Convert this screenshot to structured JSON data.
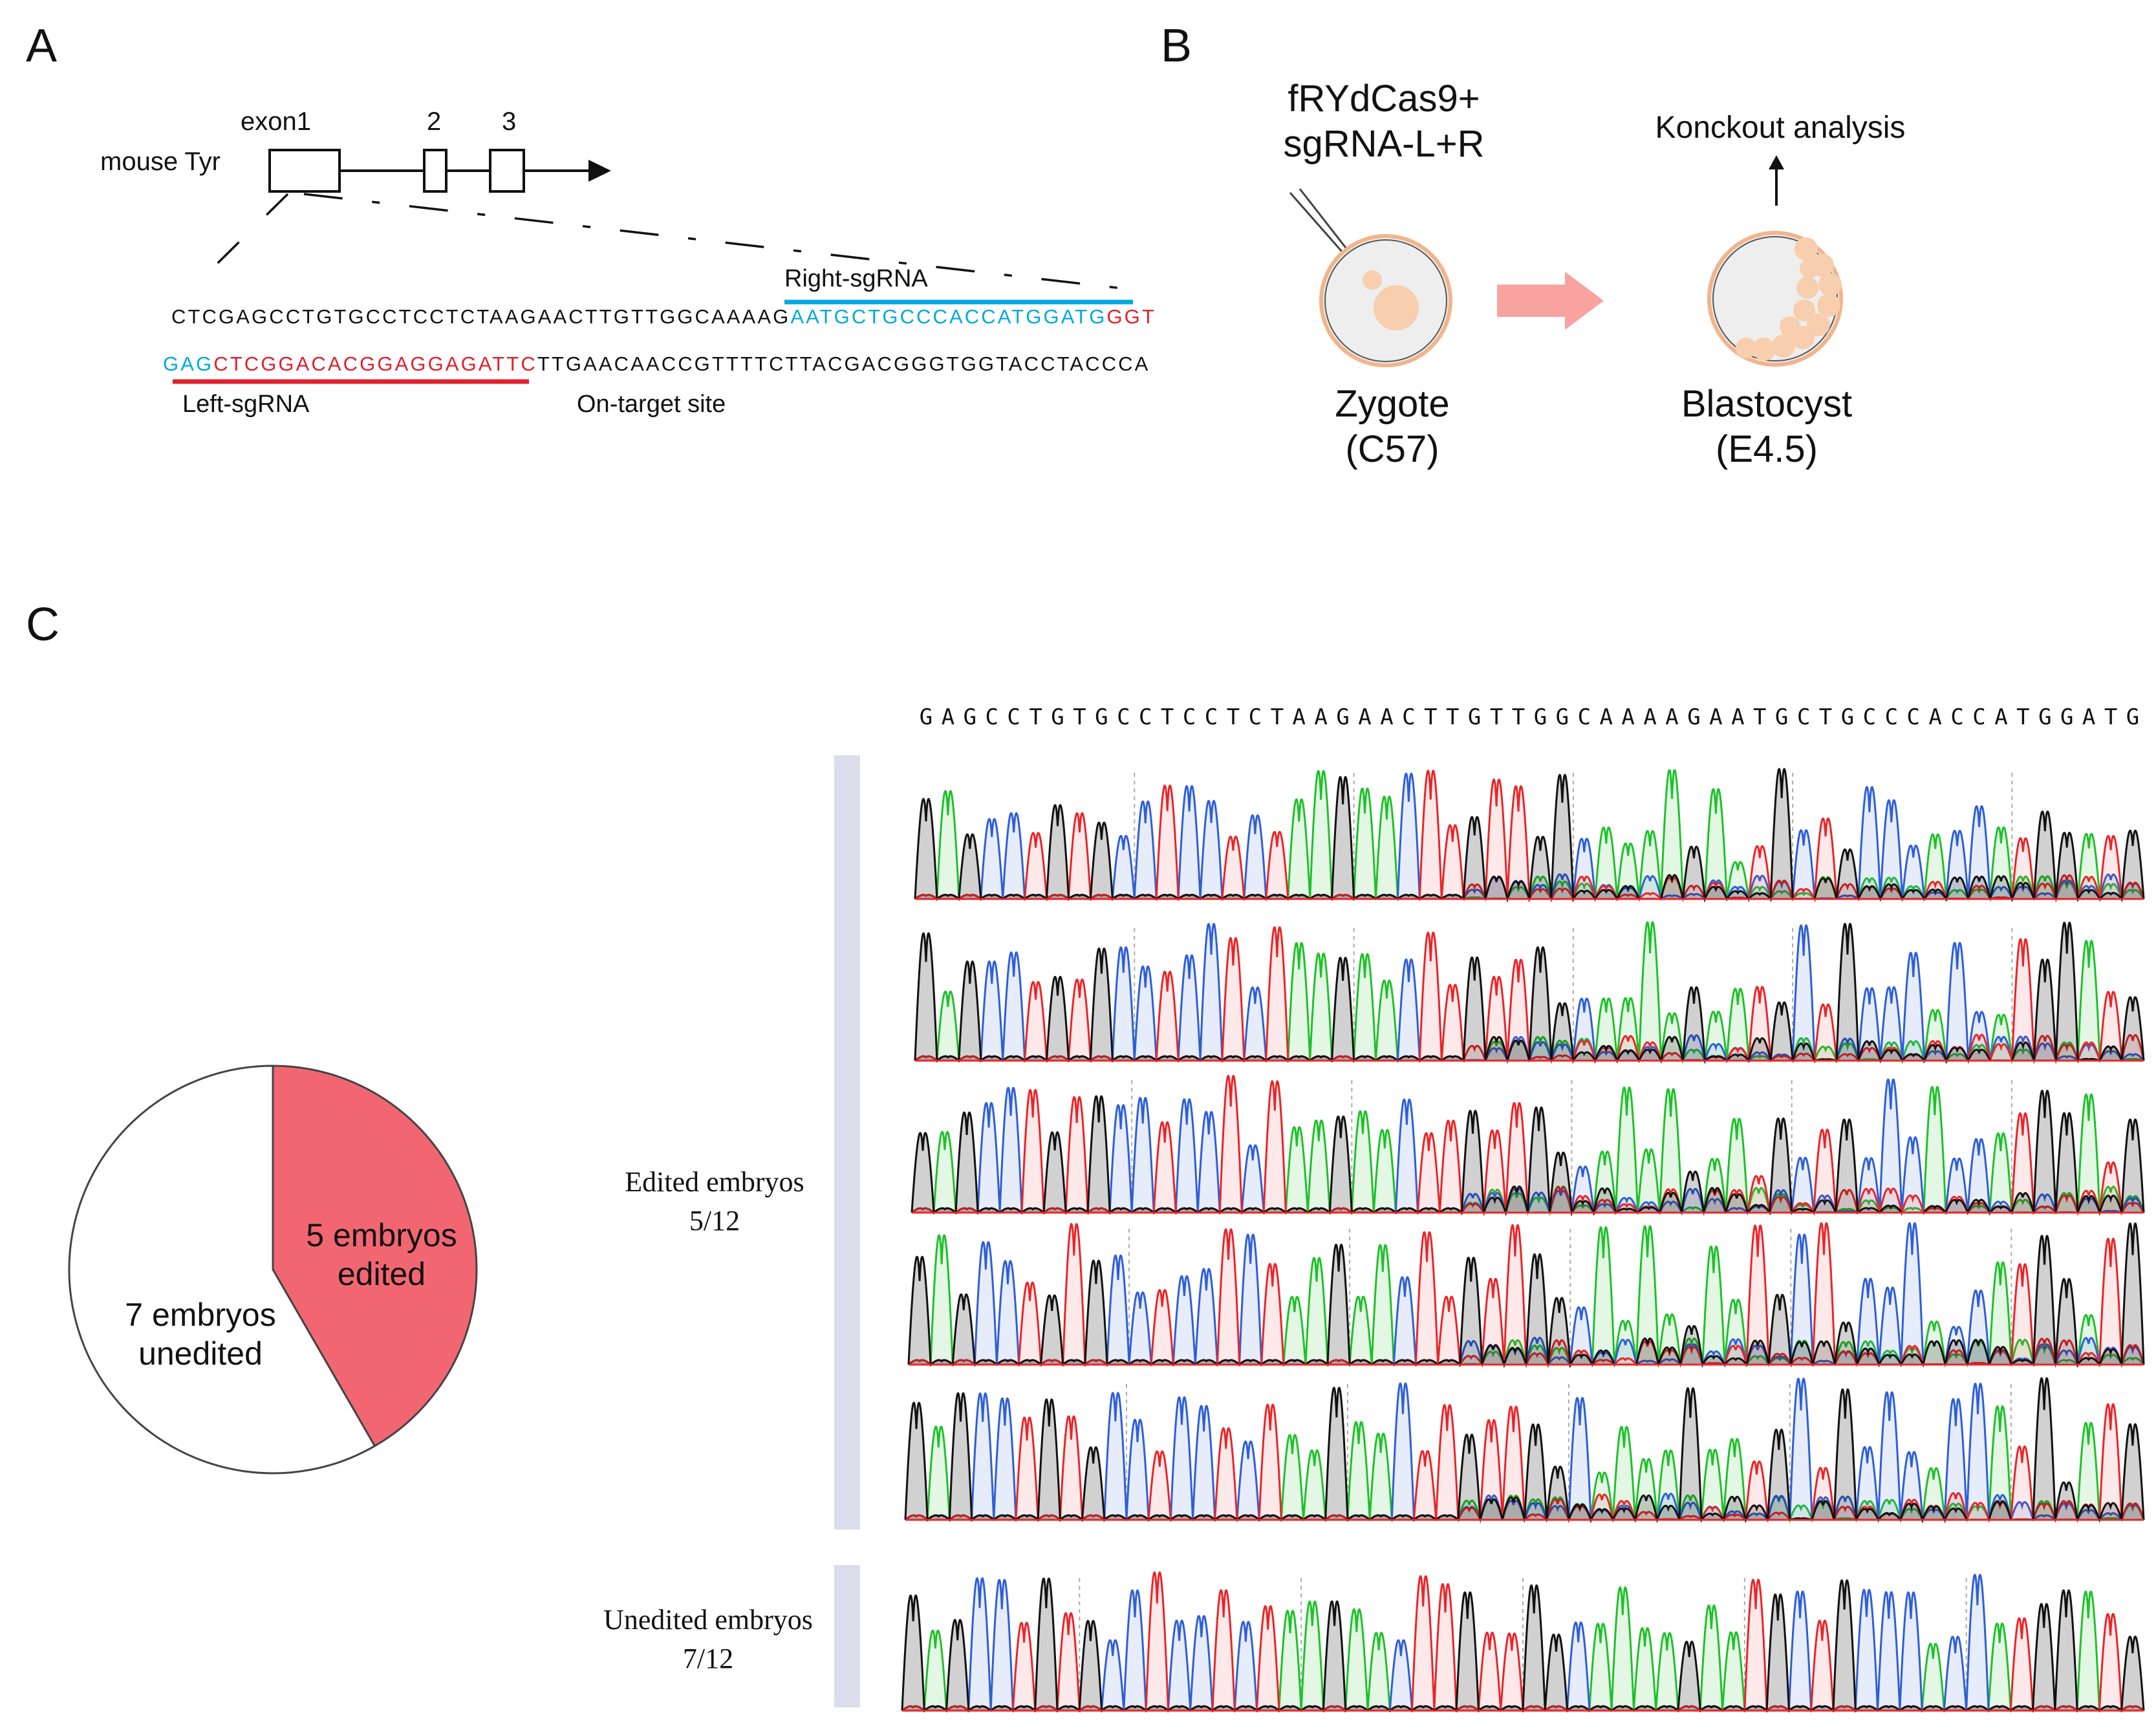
{
  "panels": {
    "a": "A",
    "b": "B",
    "c": "C"
  },
  "panel_a": {
    "gene_label": "mouse Tyr",
    "exon_labels": [
      "exon1",
      "2",
      "3"
    ],
    "seq_line1": {
      "black": "CTCGAGCCTGTGCCTCCTCTAAGAACTTGTTGGCAAAAG",
      "blue": "AATGCTGCCCACCATGGATG",
      "red": "GGT"
    },
    "seq_line2": {
      "blue": "GAG",
      "red": "CTCGGACACGGAGGAGATTC",
      "black": "TTGAACAACCGTTTTCTTACGACGGGTGGTACCTACCCA"
    },
    "right_sgrna": "Right-sgRNA",
    "left_sgrna": "Left-sgRNA",
    "on_target": "On-target site",
    "colors": {
      "blue": "#00a8dc",
      "red": "#e0202c"
    }
  },
  "panel_b": {
    "injection_line1": "fRYdCas9+",
    "injection_line2": "sgRNA-L+R",
    "zygote": "Zygote",
    "zygote_strain": "(C57)",
    "blastocyst": "Blastocyst",
    "blastocyst_stage": "(E4.5)",
    "analysis": "Konckout analysis",
    "colors": {
      "arrow": "#f9a3a0",
      "cell": "#f7cfae",
      "cytoplasm": "#eeeeee",
      "rim": "#f2b48a"
    }
  },
  "panel_c": {
    "reference_sequence": "GAGCCTGTGCCTCCTCTAAGAACTTGTTGGCAAAAGAATGCTGCCCACCATGGATG",
    "edited_label": "Edited embryos",
    "edited_ratio": "5/12",
    "unedited_label": "Unedited embryos",
    "unedited_ratio": "7/12",
    "pie_edited_line1": "5 embryos",
    "pie_edited_line2": "edited",
    "pie_unedited_line1": "7 embryos",
    "pie_unedited_line2": "unedited",
    "trace_colors": {
      "A": "#1fc12b",
      "C": "#2f5fd6",
      "G": "#111111",
      "T": "#e8262a"
    },
    "colors": {
      "edited": "#f26672",
      "unedited": "#ffffff",
      "bar": "#dcdcec"
    }
  },
  "chart_data": {
    "type": "pie",
    "categories": [
      "5 embryos edited",
      "7 embryos unedited"
    ],
    "values": [
      5,
      7
    ],
    "title": "",
    "colors": [
      "#f26672",
      "#ffffff"
    ]
  }
}
